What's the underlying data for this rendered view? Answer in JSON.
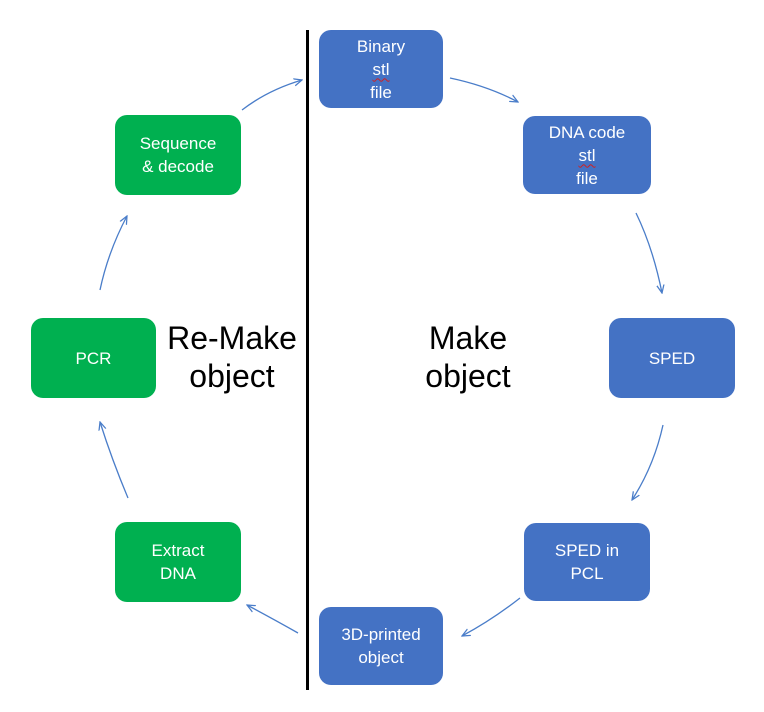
{
  "left_label": {
    "line1": "Re-Make",
    "line2": "object"
  },
  "right_label": {
    "line1": "Make",
    "line2": "object"
  },
  "nodes": {
    "binary": {
      "word1": "Binary",
      "word2": "stl",
      "line2": "file"
    },
    "dnacode": {
      "line1": "DNA code",
      "word1": "stl",
      "word2": "file"
    },
    "sped": {
      "line1": "SPED"
    },
    "sped_pcl": {
      "line1": "SPED in",
      "line2": "PCL"
    },
    "printed": {
      "line1": "3D-printed",
      "line2": "object"
    },
    "extract": {
      "line1": "Extract",
      "line2": "DNA"
    },
    "pcr": {
      "line1": "PCR"
    },
    "sequence": {
      "line1": "Sequence",
      "line2": "& decode"
    }
  },
  "colors": {
    "make": "#4472C4",
    "remake": "#00B050",
    "arrow": "#4A7DC9",
    "divider": "#000000"
  }
}
